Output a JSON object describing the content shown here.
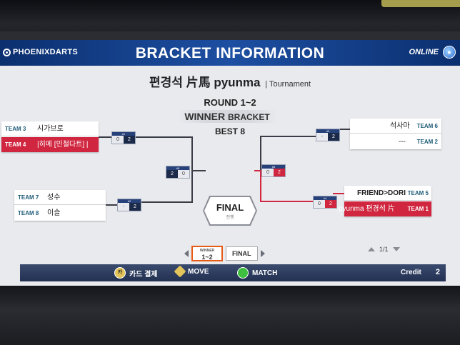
{
  "header": {
    "logo": "PHOENIXDARTS",
    "title": "BRACKET INFORMATION",
    "online": "ONLINE"
  },
  "tournament": {
    "name": "편경석 片馬 pyunma",
    "suffix": "| Tournament",
    "round": "ROUND 1~2",
    "bracket_word1": "WINNER",
    "bracket_word2": "BRACKET",
    "best": "BEST 8"
  },
  "left": {
    "match1": {
      "team_a": {
        "label": "TEAM 3",
        "name": "시가브로"
      },
      "team_b": {
        "label": "TEAM 4",
        "name": "|히메   [민철다트] |"
      },
      "score": {
        "tag": "#1",
        "a": "0",
        "b": "2"
      }
    },
    "match2": {
      "team_a": {
        "label": "TEAM 7",
        "name": "성수"
      },
      "team_b": {
        "label": "TEAM 8",
        "name": "이슬"
      },
      "score": {
        "tag": "#2",
        "a": "-",
        "b": "2"
      }
    },
    "semi": {
      "tag": "#5",
      "a": "2",
      "b": "0"
    }
  },
  "right": {
    "match1": {
      "team_a": {
        "label": "TEAM 6",
        "name": "석사마"
      },
      "team_b": {
        "label": "TEAM 2",
        "name": "---"
      },
      "score": {
        "tag": "#3",
        "a": "-",
        "b": "2"
      }
    },
    "match2": {
      "team_a": {
        "label": "TEAM 5",
        "name": "FRIEND>DORI"
      },
      "team_b": {
        "label": "TEAM 1",
        "name": "pyunma   편경석 片"
      },
      "score": {
        "tag": "#4",
        "a": "0",
        "b": "2"
      }
    },
    "semi": {
      "tag": "#6",
      "a": "0",
      "b": "2"
    }
  },
  "final": {
    "label": "FINAL",
    "sub": "진행"
  },
  "nav": {
    "tab1_small": "WINNER",
    "tab1_big": "1~2",
    "tab2": "FINAL",
    "page": "1/1"
  },
  "footer": {
    "card": "카드 결제",
    "card_icon_text": "카",
    "move": "MOVE",
    "match": "MATCH",
    "credit_label": "Credit",
    "credit_value": "2"
  },
  "colors": {
    "header_blue": "#1d4fa2",
    "winner_red": "#d0263f",
    "score_navy": "#1c2a4a"
  }
}
